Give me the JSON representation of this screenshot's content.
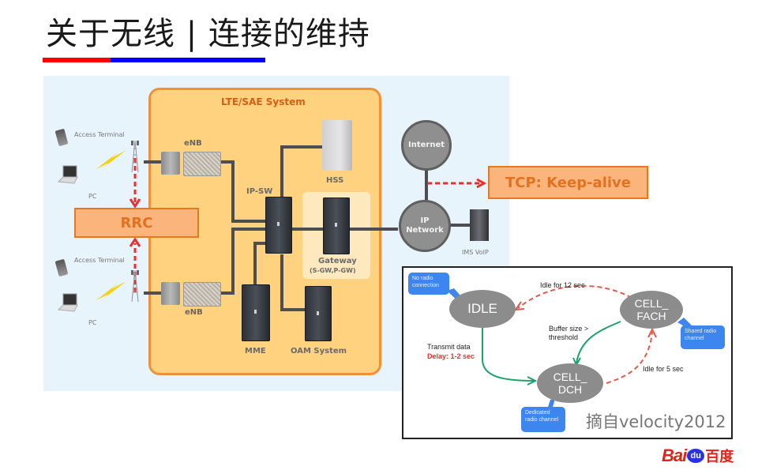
{
  "slide": {
    "title": "关于无线 | 连接的维持",
    "accent_colors": {
      "red": "#ff0000",
      "blue": "#0000ff"
    }
  },
  "lte_diagram": {
    "system_title": "LTE/SAE System",
    "terminals": [
      {
        "device_label": "Access Terminal",
        "pc_label": "PC"
      },
      {
        "device_label": "Access Terminal",
        "pc_label": "PC"
      }
    ],
    "enb_labels": [
      "eNB",
      "eNB"
    ],
    "rrc_label": "RRC",
    "ip_sw_label": "IP-SW",
    "hss_label": "HSS",
    "gateway_label": "Gateway",
    "gateway_sub_label": "(S-GW,P-GW)",
    "mme_label": "MME",
    "oam_label": "OAM System",
    "internet_label": "Internet",
    "ip_network_label": "IP Network",
    "ims_label": "IMS VoIP",
    "tcp_label": "TCP: Keep-alive",
    "colors": {
      "lte_fill": "#ffd27f",
      "lte_border": "#f0913a",
      "callout_fill": "#fbb57c",
      "callout_text": "#e07322",
      "dashed_arrow": "#e8312f"
    }
  },
  "state_diagram": {
    "states": {
      "idle": "IDLE",
      "cell_fach_line1": "CELL_",
      "cell_fach_line2": "FACH",
      "cell_dch_line1": "CELL_",
      "cell_dch_line2": "DCH"
    },
    "bubbles": {
      "idle": "No radio connection",
      "fach": "Shared radio channel",
      "dch": "Dedicated radio channel"
    },
    "transitions": {
      "fach_to_idle": "Idle for 12 sec",
      "fach_to_dch_line1": "Buffer size >",
      "fach_to_dch_line2": "threshold",
      "idle_to_dch": "Transmit data",
      "idle_to_dch_delay": "Delay: 1-2 sec",
      "dch_to_fach": "Idle for 5 sec"
    },
    "credit": "摘自velocity2012",
    "colors": {
      "state_fill": "#8c8c8c",
      "bubble": "#3d86f0",
      "green_arrow": "#1aa36a",
      "red_dashed": "#e8574d",
      "delay_text": "#e8312f"
    }
  },
  "logo": {
    "text_left": "Bai",
    "paw_text": "du",
    "text_right": "百度"
  }
}
